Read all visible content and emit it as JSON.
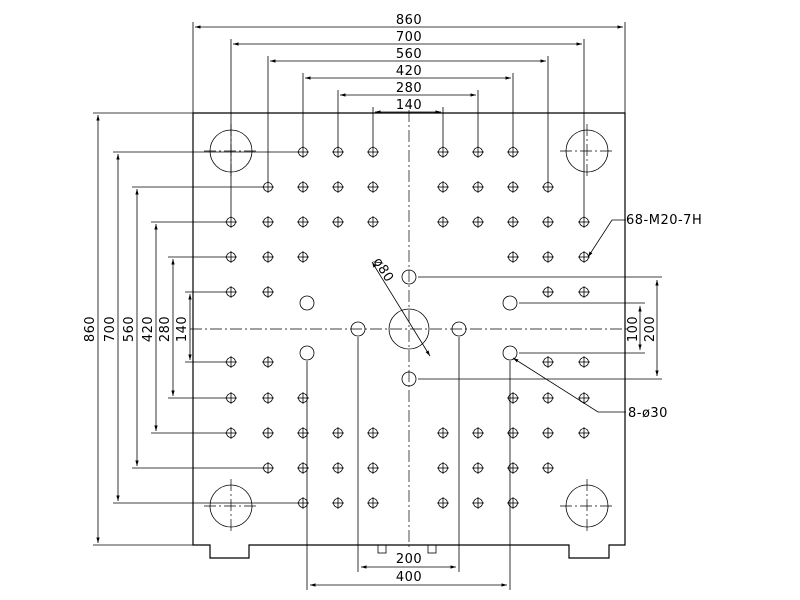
{
  "top_dims": [
    "860",
    "700",
    "560",
    "420",
    "280",
    "140"
  ],
  "left_dims": [
    "860",
    "700",
    "560",
    "420",
    "280",
    "140"
  ],
  "right_dims": {
    "inner": "100",
    "outer": "200"
  },
  "bottom_dims": {
    "inner": "200",
    "outer": "400"
  },
  "callouts": {
    "tapped_holes": "68-M20-7H",
    "center_hole": "ø80",
    "side_holes": "8-ø30"
  }
}
